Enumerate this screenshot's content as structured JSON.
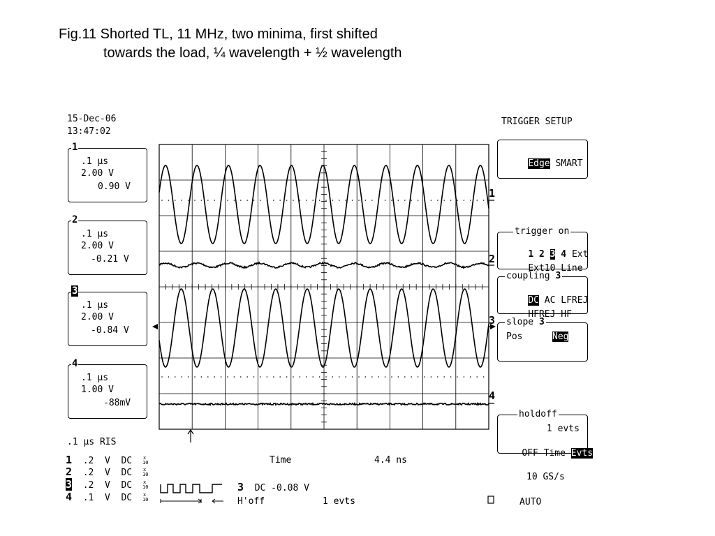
{
  "caption": {
    "line1": "Fig.11  Shorted TL, 11 MHz, two minima, first shifted",
    "line2": "towards the load, ¼ wavelength + ½ wavelength"
  },
  "header": {
    "date": "15-Dec-06",
    "time": "13:47:02",
    "mode_title": "TRIGGER SETUP"
  },
  "channels": [
    {
      "num": "1",
      "timebase": ".1 µs",
      "vdiv": "2.00 V",
      "offset": "0.90 V",
      "trace_label": "1"
    },
    {
      "num": "2",
      "timebase": ".1 µs",
      "vdiv": "2.00 V",
      "offset": "-0.21 V",
      "trace_label": "2"
    },
    {
      "num": "3",
      "timebase": ".1 µs",
      "vdiv": "2.00 V",
      "offset": "-0.84 V",
      "trace_label": "3"
    },
    {
      "num": "4",
      "timebase": ".1 µs",
      "vdiv": "1.00 V",
      "offset": "-88mV",
      "trace_label": "4"
    }
  ],
  "menu": {
    "type": {
      "edge": "Edge",
      "smart": "SMART"
    },
    "trigger_on": {
      "legend": "trigger on",
      "ch1": "1",
      "ch2": "2",
      "ch3": "3",
      "ch4": "4",
      "ext": "Ext",
      "ext10": "Ext10",
      "line": "Line"
    },
    "coupling": {
      "legend": "coupling",
      "ch": "3",
      "dc": "DC",
      "ac": "AC",
      "lfrej": "LFREJ",
      "hfrej": "HFREJ",
      "hf": "HF"
    },
    "slope": {
      "legend": "slope",
      "ch": "3",
      "pos": "Pos",
      "neg": "Neg"
    },
    "holdoff": {
      "legend": "holdoff",
      "value": "1 evts",
      "off": "OFF",
      "time": "Time",
      "evts": "Evts"
    }
  },
  "bottom": {
    "timebase": ".1 µs RIS",
    "channel_rows": [
      {
        "num": "1",
        "scale": ".2",
        "unit": "V",
        "coupling": "DC"
      },
      {
        "num": "2",
        "scale": ".2",
        "unit": "V",
        "coupling": "DC"
      },
      {
        "num": "3",
        "scale": ".2",
        "unit": "V",
        "coupling": "DC"
      },
      {
        "num": "4",
        "scale": ".1",
        "unit": "V",
        "coupling": "DC"
      }
    ],
    "time_label": "Time",
    "time_value": "4.4 ns",
    "sample_rate": "10 GS/s",
    "trig_ch": "3",
    "trig_level": "DC -0.08 V",
    "hoff_label": "H'off",
    "hoff_value": "1 evts",
    "trig_mode": "AUTO"
  }
}
